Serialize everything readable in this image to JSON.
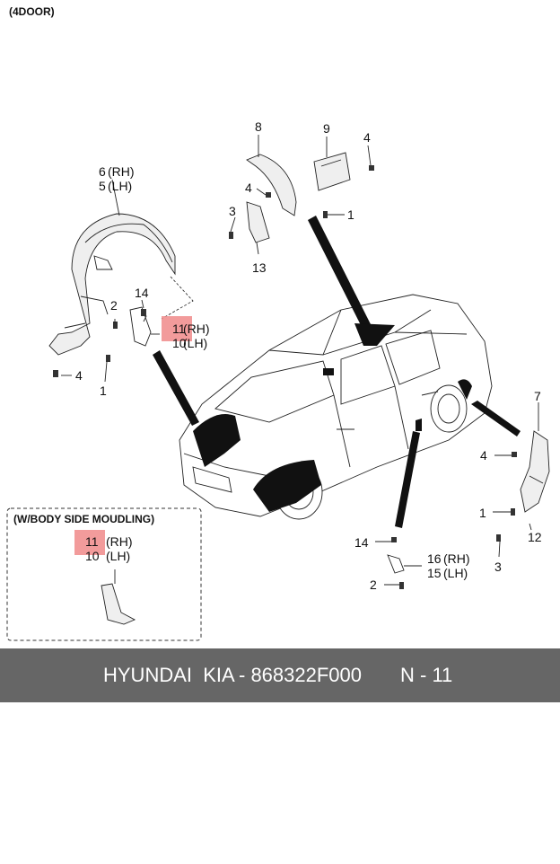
{
  "header": {
    "variant": "(4DOOR)"
  },
  "inset": {
    "title": "(W/BODY SIDE MOUDLING)"
  },
  "labels": {
    "p6_rh": "6",
    "rh": "(RH)",
    "p5_lh": "5",
    "lh": "(LH)",
    "p8": "8",
    "p9": "9",
    "p4": "4",
    "p3": "3",
    "p1": "1",
    "p13": "13",
    "p14": "14",
    "p2": "2",
    "p11": "11",
    "p10": "10",
    "p7": "7",
    "p12": "12",
    "p16": "16",
    "p15": "15"
  },
  "highlight_color": "#f08a8a",
  "footer": {
    "brand": "HYUNDAI  KIA",
    "part_number": "- 868322F000",
    "page": "N - 11",
    "background": "#666666"
  }
}
